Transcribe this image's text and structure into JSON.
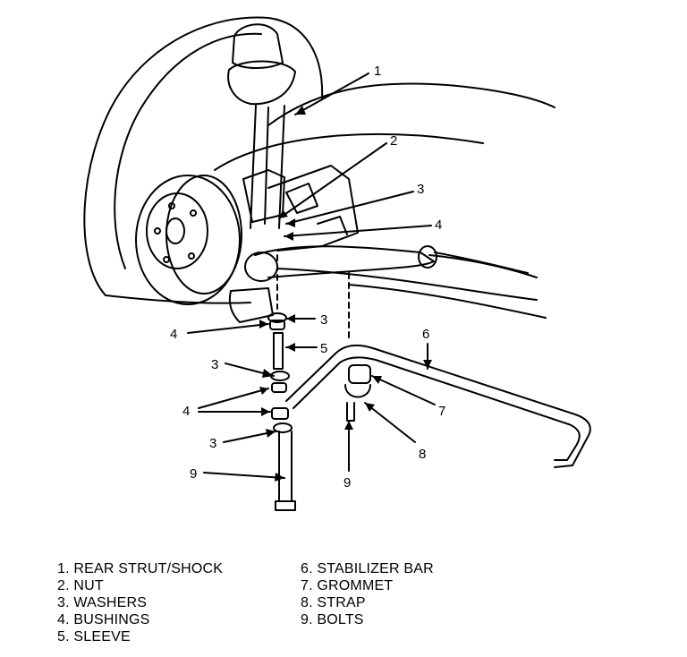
{
  "callouts": {
    "c1": "1",
    "c2": "2",
    "c3_top": "3",
    "c4_top": "4",
    "c4_left": "4",
    "c3_mid": "3",
    "c5": "5",
    "c3_left_a": "3",
    "c4_left_b": "4",
    "c3_left_b": "3",
    "c9_left": "9",
    "c6": "6",
    "c7": "7",
    "c8": "8",
    "c9_bottom": "9"
  },
  "legend": {
    "left": [
      "1. REAR STRUT/SHOCK",
      "2. NUT",
      "3. WASHERS",
      "4. BUSHINGS",
      "5. SLEEVE"
    ],
    "right": [
      "6. STABILIZER BAR",
      "7. GROMMET",
      "8. STRAP",
      "9. BOLTS"
    ]
  }
}
